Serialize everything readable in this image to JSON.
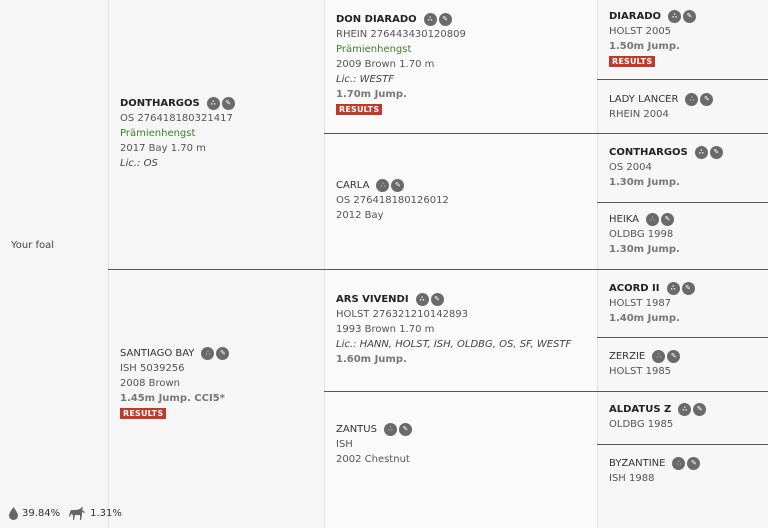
{
  "subject": {
    "label": "Your foal"
  },
  "stats": {
    "blood_pct": "39.84%",
    "horse_pct": "1.31%"
  },
  "icons": {
    "pedigree": "pedigree-icon",
    "edit": "edit-icon"
  },
  "sire": {
    "name": "DONTHARGOS",
    "reg": "OS 276418180321417",
    "title": "Prämienhengst",
    "info": "2017 Bay 1.70 m",
    "lic": "Lic.: OS"
  },
  "dam": {
    "name": "SANTIAGO BAY",
    "reg": "ISH 5039256",
    "info": "2008 Brown",
    "jump": "1.45m Jump. CCI5*",
    "results": "RESULTS"
  },
  "ss": {
    "name": "DON DIARADO",
    "reg": "RHEIN 276443430120809",
    "title": "Prämienhengst",
    "info": "2009 Brown 1.70 m",
    "lic": "Lic.: WESTF",
    "jump": "1.70m Jump.",
    "results": "RESULTS"
  },
  "sd": {
    "name": "CARLA",
    "reg": "OS 276418180126012",
    "info": "2012 Bay"
  },
  "ds": {
    "name": "ARS VIVENDI",
    "reg": "HOLST 276321210142893",
    "info": "1993 Brown 1.70 m",
    "lic": "Lic.: HANN, HOLST, ISH, OLDBG, OS, SF, WESTF",
    "jump": "1.60m Jump."
  },
  "dd": {
    "name": "ZANTUS",
    "reg": "ISH",
    "info": "2002 Chestnut"
  },
  "sss": {
    "name": "DIARADO",
    "reg": "HOLST 2005",
    "jump": "1.50m Jump.",
    "results": "RESULTS"
  },
  "ssd": {
    "name": "LADY LANCER",
    "reg": "RHEIN 2004"
  },
  "sds": {
    "name": "CONTHARGOS",
    "reg": "OS 2004",
    "jump": "1.30m Jump."
  },
  "sdd": {
    "name": "HEIKA",
    "reg": "OLDBG 1998",
    "jump": "1.30m Jump."
  },
  "dss": {
    "name": "ACORD II",
    "reg": "HOLST 1987",
    "jump": "1.40m Jump."
  },
  "dsd": {
    "name": "ZERZIE",
    "reg": "HOLST 1985"
  },
  "dds": {
    "name": "ALDATUS Z",
    "reg": "OLDBG 1985"
  },
  "ddd": {
    "name": "BYZANTINE",
    "reg": "ISH 1988"
  }
}
